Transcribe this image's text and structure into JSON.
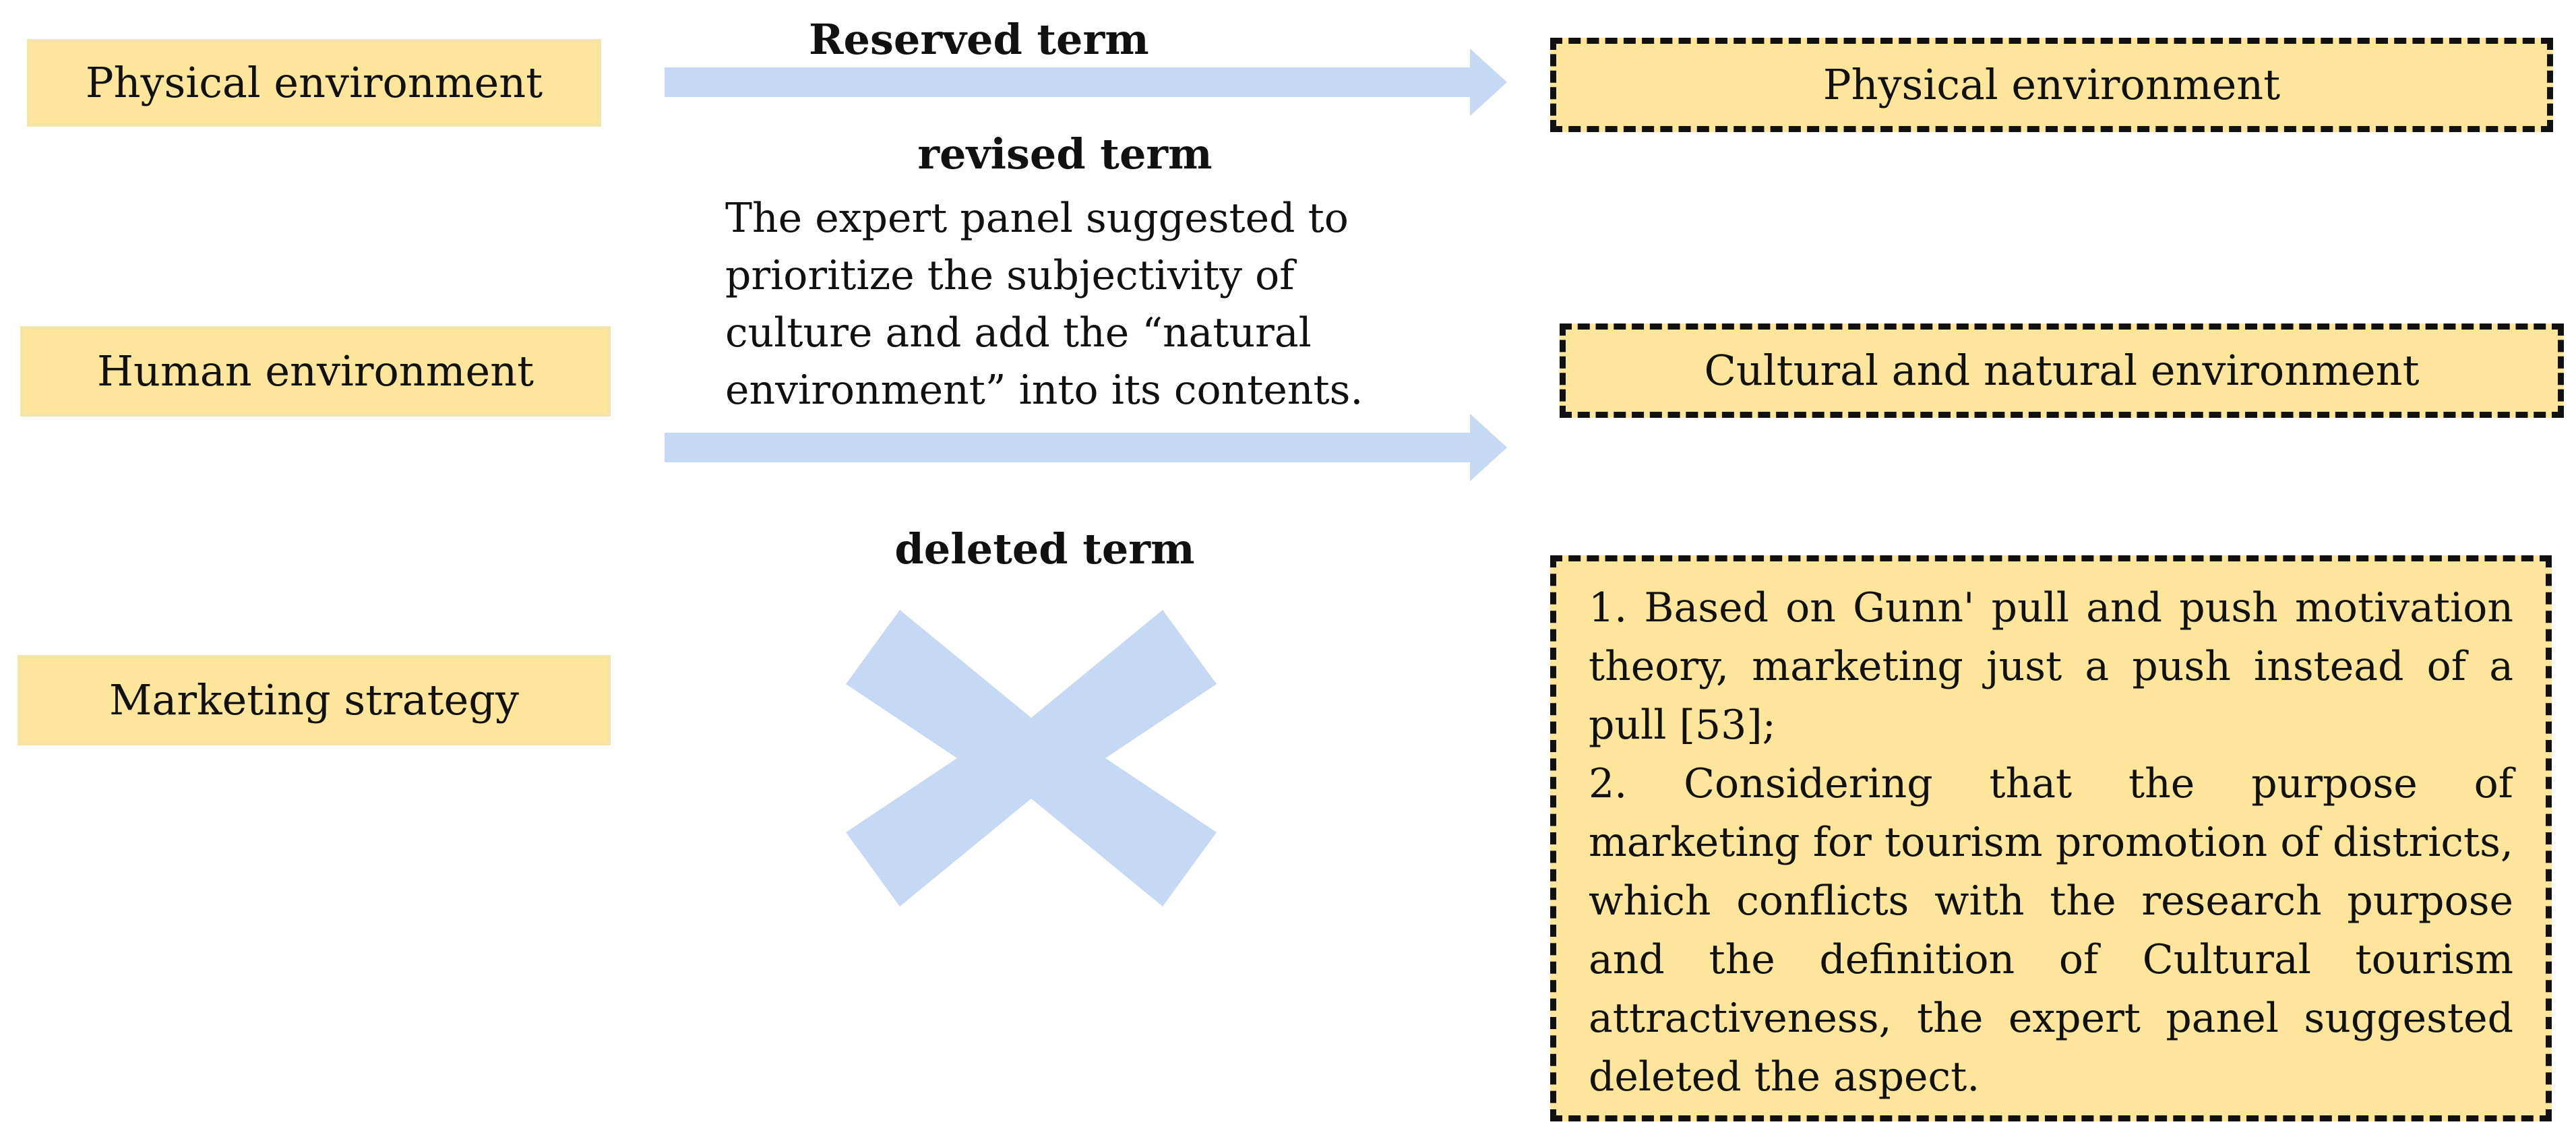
{
  "colors": {
    "box_fill": "#fde69b",
    "box_border": "#f6e3a6",
    "arrow": "#c5d8f4",
    "dashed_border": "#111111",
    "text": "#111111"
  },
  "left_terms": [
    "Physical environment",
    "Human environment",
    "Marketing strategy"
  ],
  "labels": {
    "reserved": "Reserved term",
    "revised": "revised term",
    "deleted": "deleted term"
  },
  "revised_note": [
    "The expert panel suggested  to",
    "prioritize  the subjectivity of",
    "culture and add the “natural",
    "environment” into its contents."
  ],
  "right_terms": {
    "reserved": "Physical environment",
    "revised": "Cultural and natural environment"
  },
  "deleted_reasons": [
    "1. Based on Gunn' pull and push motivation theory, marketing just a push instead of a pull [53];",
    "2. Considering that the purpose of marketing for tourism promotion of districts, which conflicts with the research purpose and the definition of Cultural tourism attractiveness, the expert panel suggested deleted the aspect."
  ],
  "icons": {
    "arrow": "right-arrow-icon",
    "cross": "cross-icon"
  }
}
